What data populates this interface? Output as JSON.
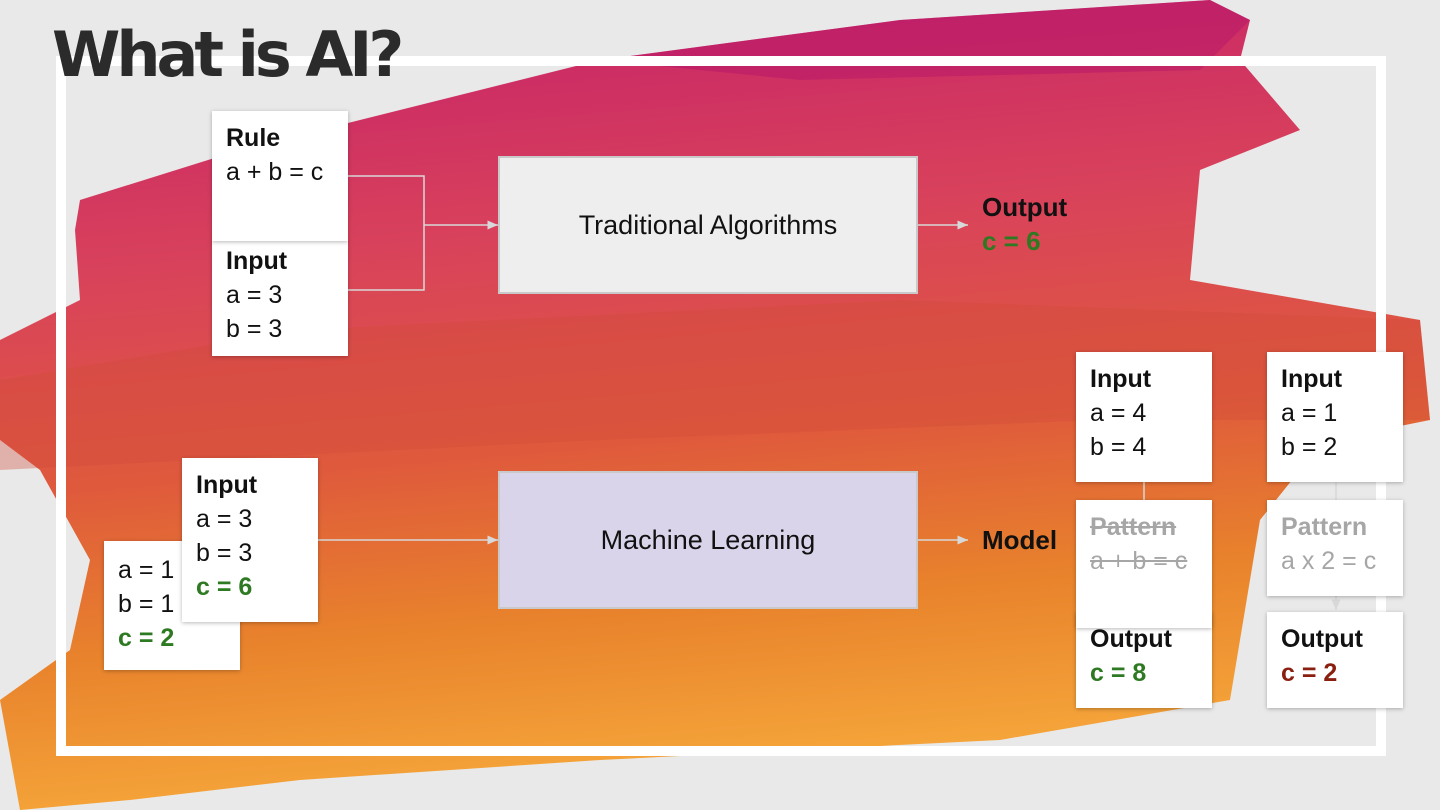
{
  "title": "What is AI?",
  "colors": {
    "green": "#2e7a22",
    "red": "#8a1f0f",
    "ml_box": "#d9d4e9",
    "trad_box": "#eeeeee"
  },
  "traditional": {
    "rule": {
      "heading": "Rule",
      "line1": "a + b = c"
    },
    "input": {
      "heading": "Input",
      "line1": "a = 3",
      "line2": "b = 3"
    },
    "process": "Traditional Algorithms",
    "output": {
      "heading": "Output",
      "value": "c = 6"
    }
  },
  "ml": {
    "back_card": {
      "line1": "a = 1",
      "line2": "b = 1",
      "line3": "c = 2"
    },
    "front_card": {
      "heading": "Input",
      "line1": "a = 3",
      "line2": "b = 3",
      "line3": "c = 6"
    },
    "process": "Machine Learning",
    "model_label": "Model",
    "example1": {
      "input": {
        "heading": "Input",
        "line1": "a = 4",
        "line2": "b = 4"
      },
      "pattern": {
        "heading": "Pattern",
        "line1": "a + b = c"
      },
      "output": {
        "heading": "Output",
        "value": "c = 8"
      }
    },
    "example2": {
      "input": {
        "heading": "Input",
        "line1": "a = 1",
        "line2": "b = 2"
      },
      "pattern": {
        "heading": "Pattern",
        "line1": "a x 2 = c"
      },
      "output": {
        "heading": "Output",
        "value": "c = 2"
      }
    }
  }
}
